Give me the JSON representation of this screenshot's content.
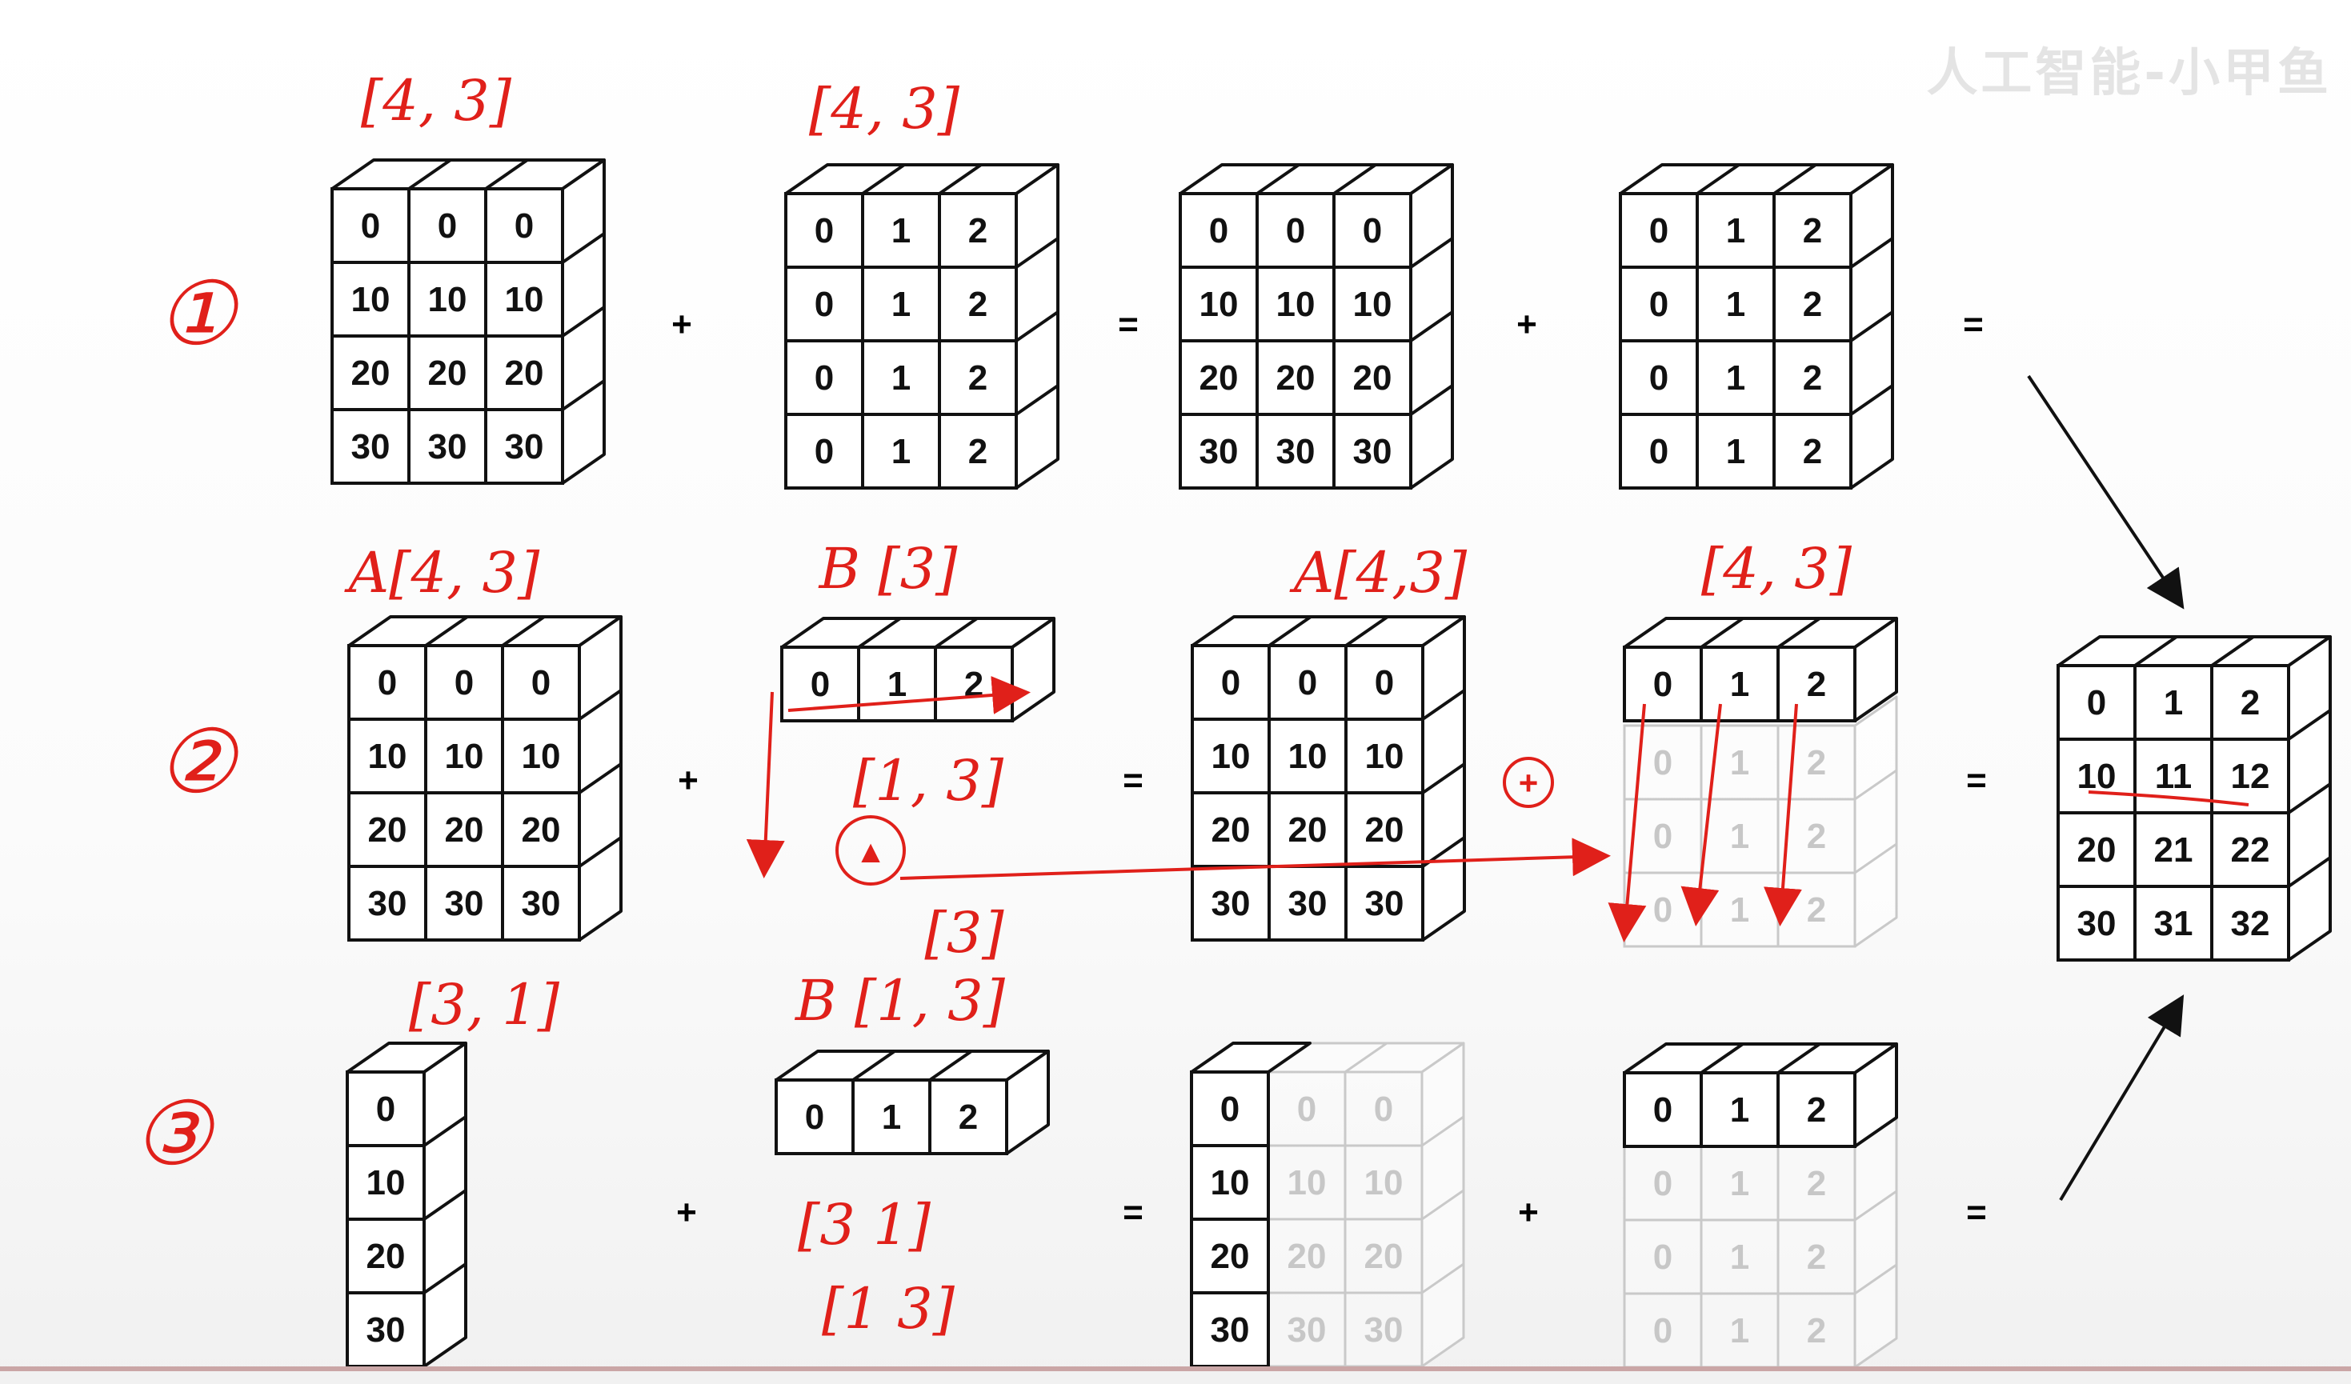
{
  "watermark": "人工智能-小甲鱼",
  "operators": {
    "plus": "+",
    "equals": "="
  },
  "rows": [
    {
      "marker": "①",
      "a": {
        "label": "[4, 3]",
        "cells": [
          [
            "0",
            "0",
            "0"
          ],
          [
            "10",
            "10",
            "10"
          ],
          [
            "20",
            "20",
            "20"
          ],
          [
            "30",
            "30",
            "30"
          ]
        ]
      },
      "b": {
        "label": "[4, 3]",
        "cells": [
          [
            "0",
            "1",
            "2"
          ],
          [
            "0",
            "1",
            "2"
          ],
          [
            "0",
            "1",
            "2"
          ],
          [
            "0",
            "1",
            "2"
          ]
        ]
      },
      "a_expanded": {
        "cells": [
          [
            "0",
            "0",
            "0"
          ],
          [
            "10",
            "10",
            "10"
          ],
          [
            "20",
            "20",
            "20"
          ],
          [
            "30",
            "30",
            "30"
          ]
        ]
      },
      "b_expanded": {
        "cells": [
          [
            "0",
            "1",
            "2"
          ],
          [
            "0",
            "1",
            "2"
          ],
          [
            "0",
            "1",
            "2"
          ],
          [
            "0",
            "1",
            "2"
          ]
        ]
      }
    },
    {
      "marker": "②",
      "a": {
        "label": "A[4, 3]",
        "cells": [
          [
            "0",
            "0",
            "0"
          ],
          [
            "10",
            "10",
            "10"
          ],
          [
            "20",
            "20",
            "20"
          ],
          [
            "30",
            "30",
            "30"
          ]
        ]
      },
      "b": {
        "label": "B [3]",
        "cells": [
          [
            "0",
            "1",
            "2"
          ]
        ]
      },
      "a_expanded": {
        "label": "A[4,3]",
        "cells": [
          [
            "0",
            "0",
            "0"
          ],
          [
            "10",
            "10",
            "10"
          ],
          [
            "20",
            "20",
            "20"
          ],
          [
            "30",
            "30",
            "30"
          ]
        ]
      },
      "b_expanded": {
        "label": "[4, 3]",
        "cells": [
          [
            "0",
            "1",
            "2"
          ]
        ],
        "ghost_cells": [
          [
            "0",
            "1",
            "2"
          ],
          [
            "0",
            "1",
            "2"
          ],
          [
            "0",
            "1",
            "2"
          ]
        ]
      },
      "annotations": {
        "shape_1_3": "[1, 3]",
        "shape_3": "[3]",
        "plus_circle": "+",
        "step_marker": "▲"
      }
    },
    {
      "marker": "③",
      "a": {
        "label": "[3, 1]",
        "cells": [
          [
            "0"
          ],
          [
            "10"
          ],
          [
            "20"
          ],
          [
            "30"
          ]
        ]
      },
      "b": {
        "label": "B [1, 3]",
        "cells": [
          [
            "0",
            "1",
            "2"
          ]
        ]
      },
      "a_expanded": {
        "cells": [
          [
            "0"
          ],
          [
            "10"
          ],
          [
            "20"
          ],
          [
            "30"
          ]
        ],
        "ghost_cells": [
          [
            "0",
            "0"
          ],
          [
            "10",
            "10"
          ],
          [
            "20",
            "20"
          ],
          [
            "30",
            "30"
          ]
        ]
      },
      "b_expanded": {
        "cells": [
          [
            "0",
            "1",
            "2"
          ]
        ],
        "ghost_cells": [
          [
            "0",
            "1",
            "2"
          ],
          [
            "0",
            "1",
            "2"
          ],
          [
            "0",
            "1",
            "2"
          ]
        ]
      },
      "annotations": {
        "shape_3_1": "[3  1]",
        "shape_1_3": "[1  3]"
      }
    }
  ],
  "result": {
    "cells": [
      [
        "0",
        "1",
        "2"
      ],
      [
        "10",
        "11",
        "12"
      ],
      [
        "20",
        "21",
        "22"
      ],
      [
        "30",
        "31",
        "32"
      ]
    ]
  },
  "colors": {
    "ink": "#111111",
    "annotation": "#e0201a",
    "ghost": "#c7c7c7"
  }
}
